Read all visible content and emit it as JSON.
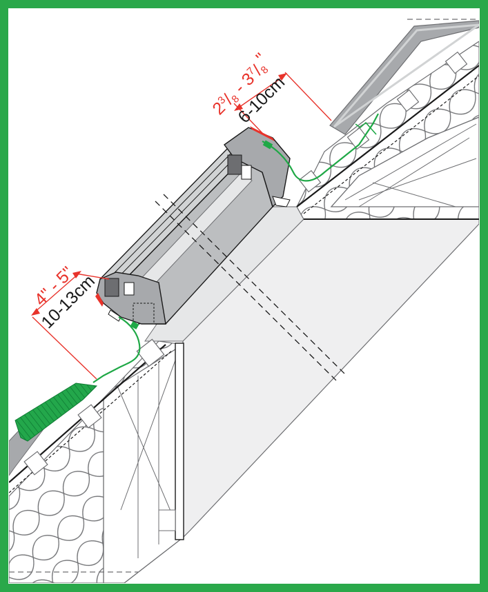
{
  "dimensions": {
    "top": {
      "imperial_main": "2",
      "imperial_sup1": "3",
      "imperial_frac1": "/",
      "imperial_sub1": "8",
      "imperial_sep": " - 3",
      "imperial_sup2": "7",
      "imperial_frac2": "/",
      "imperial_sub2": "8",
      "imperial_unit": "\"",
      "metric": "6-10cm"
    },
    "bottom": {
      "imperial": "4\" - 5\"",
      "metric": "10-13cm"
    }
  },
  "colors": {
    "frame_border": "#2aa84a",
    "flashing_green": "#1fa846",
    "dimension_red": "#e8332b",
    "metal_gray": "#a7a9ac",
    "dark_gray": "#6d6e71",
    "light_gray": "#e6e7e8"
  }
}
